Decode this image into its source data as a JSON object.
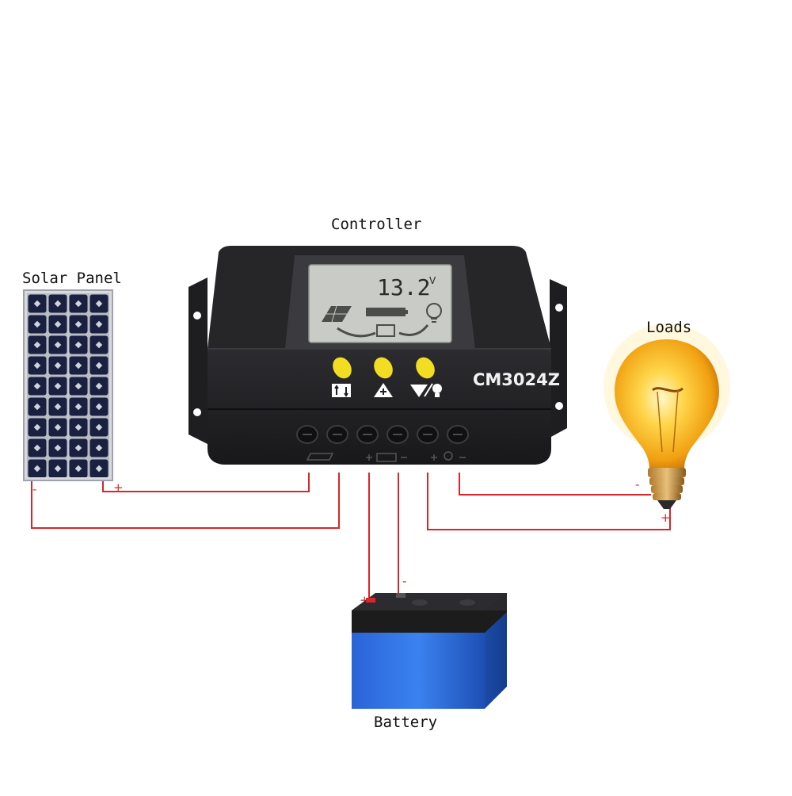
{
  "labels": {
    "controller": "Controller",
    "solar_panel": "Solar Panel",
    "loads": "Loads",
    "battery": "Battery"
  },
  "controller": {
    "model": "CM3024Z",
    "lcd_voltage": "13.2",
    "lcd_unit": "V"
  },
  "polarity": {
    "plus": "+",
    "minus": "-"
  },
  "colors": {
    "wire": "#d9262a",
    "controller_body": "#1f1f22",
    "lcd": "#c9ccc6",
    "button": "#f2dd22",
    "battery_body": "#2f6fe0",
    "battery_lid": "#1c1c1c",
    "bulb_glow": "#f6b316"
  },
  "icons": [
    "solar-panel-icon",
    "battery-icon",
    "light-bulb-icon",
    "menu-switch-icon",
    "plus-up-icon",
    "minus-load-icon"
  ]
}
